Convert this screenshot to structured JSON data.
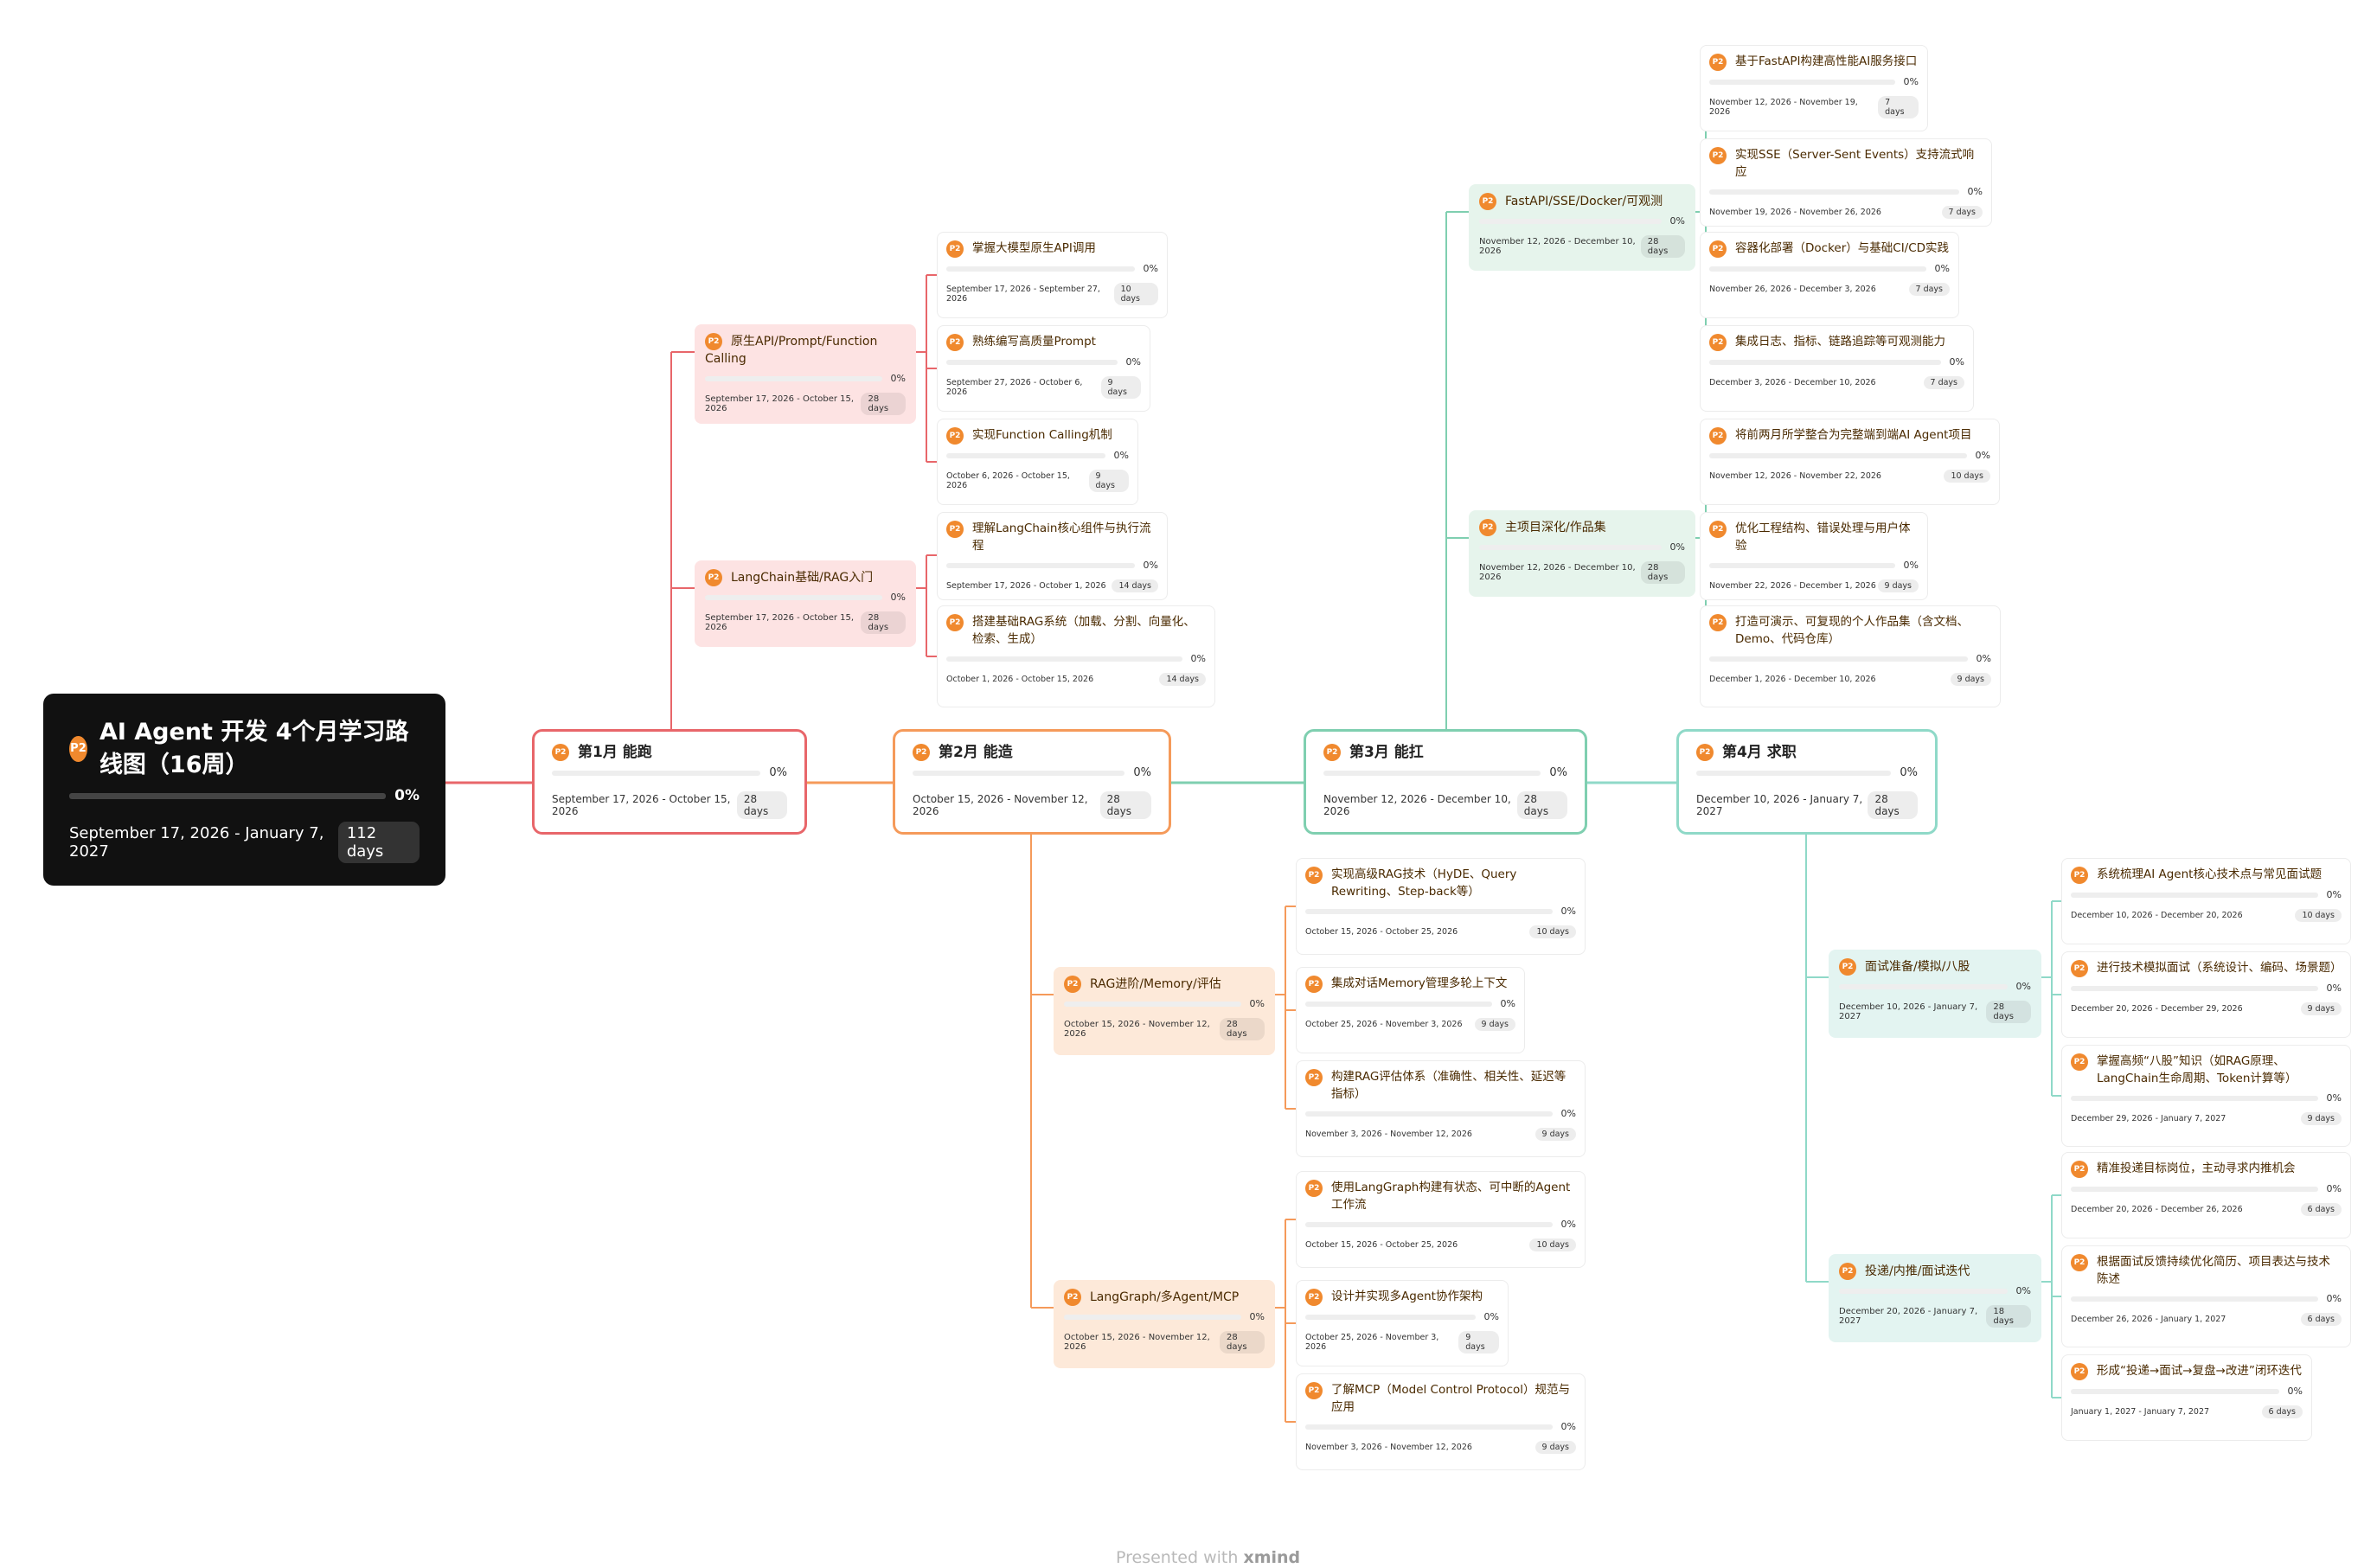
{
  "root": {
    "title": "AI Agent 开发 4个月学习路线图（16周）",
    "priority": "P2",
    "progress": "0%",
    "dates": "September 17, 2026 - January 7, 2027",
    "days": "112 days"
  },
  "months": [
    {
      "title": "第1月 能跑",
      "priority": "P2",
      "progress": "0%",
      "dates": "September 17, 2026 - October 15, 2026",
      "days": "28 days",
      "color": "#e8666a",
      "subs": [
        {
          "title": "原生API/Prompt/Function Calling",
          "priority": "P2",
          "progress": "0%",
          "dates": "September 17, 2026 - October 15, 2026",
          "days": "28 days",
          "leaves": [
            {
              "title": "掌握大模型原生API调用",
              "priority": "P2",
              "progress": "0%",
              "dates": "September 17, 2026 - September 27, 2026",
              "days": "10 days"
            },
            {
              "title": "熟练编写高质量Prompt",
              "priority": "P2",
              "progress": "0%",
              "dates": "September 27, 2026 - October 6, 2026",
              "days": "9 days"
            },
            {
              "title": "实现Function Calling机制",
              "priority": "P2",
              "progress": "0%",
              "dates": "October 6, 2026 - October 15, 2026",
              "days": "9 days"
            }
          ]
        },
        {
          "title": "LangChain基础/RAG入门",
          "priority": "P2",
          "progress": "0%",
          "dates": "September 17, 2026 - October 15, 2026",
          "days": "28 days",
          "leaves": [
            {
              "title": "理解LangChain核心组件与执行流程",
              "priority": "P2",
              "progress": "0%",
              "dates": "September 17, 2026 - October 1, 2026",
              "days": "14 days"
            },
            {
              "title": "搭建基础RAG系统（加载、分割、向量化、检索、生成）",
              "priority": "P2",
              "progress": "0%",
              "dates": "October 1, 2026 - October 15, 2026",
              "days": "14 days"
            }
          ]
        }
      ]
    },
    {
      "title": "第2月 能造",
      "priority": "P2",
      "progress": "0%",
      "dates": "October 15, 2026 - November 12, 2026",
      "days": "28 days",
      "color": "#f59a5a",
      "subs": [
        {
          "title": "RAG进阶/Memory/评估",
          "priority": "P2",
          "progress": "0%",
          "dates": "October 15, 2026 - November 12, 2026",
          "days": "28 days",
          "leaves": [
            {
              "title": "实现高级RAG技术（HyDE、Query Rewriting、Step-back等）",
              "priority": "P2",
              "progress": "0%",
              "dates": "October 15, 2026 - October 25, 2026",
              "days": "10 days"
            },
            {
              "title": "集成对话Memory管理多轮上下文",
              "priority": "P2",
              "progress": "0%",
              "dates": "October 25, 2026 - November 3, 2026",
              "days": "9 days"
            },
            {
              "title": "构建RAG评估体系（准确性、相关性、延迟等指标）",
              "priority": "P2",
              "progress": "0%",
              "dates": "November 3, 2026 - November 12, 2026",
              "days": "9 days"
            }
          ]
        },
        {
          "title": "LangGraph/多Agent/MCP",
          "priority": "P2",
          "progress": "0%",
          "dates": "October 15, 2026 - November 12, 2026",
          "days": "28 days",
          "leaves": [
            {
              "title": "使用LangGraph构建有状态、可中断的Agent工作流",
              "priority": "P2",
              "progress": "0%",
              "dates": "October 15, 2026 - October 25, 2026",
              "days": "10 days"
            },
            {
              "title": "设计并实现多Agent协作架构",
              "priority": "P2",
              "progress": "0%",
              "dates": "October 25, 2026 - November 3, 2026",
              "days": "9 days"
            },
            {
              "title": "了解MCP（Model Control Protocol）规范与应用",
              "priority": "P2",
              "progress": "0%",
              "dates": "November 3, 2026 - November 12, 2026",
              "days": "9 days"
            }
          ]
        }
      ]
    },
    {
      "title": "第3月 能扛",
      "priority": "P2",
      "progress": "0%",
      "dates": "November 12, 2026 - December 10, 2026",
      "days": "28 days",
      "color": "#7fcfb0",
      "subs": [
        {
          "title": "FastAPI/SSE/Docker/可观测",
          "priority": "P2",
          "progress": "0%",
          "dates": "November 12, 2026 - December 10, 2026",
          "days": "28 days",
          "leaves": [
            {
              "title": "基于FastAPI构建高性能AI服务接口",
              "priority": "P2",
              "progress": "0%",
              "dates": "November 12, 2026 - November 19, 2026",
              "days": "7 days"
            },
            {
              "title": "实现SSE（Server-Sent Events）支持流式响应",
              "priority": "P2",
              "progress": "0%",
              "dates": "November 19, 2026 - November 26, 2026",
              "days": "7 days"
            },
            {
              "title": "容器化部署（Docker）与基础CI/CD实践",
              "priority": "P2",
              "progress": "0%",
              "dates": "November 26, 2026 - December 3, 2026",
              "days": "7 days"
            },
            {
              "title": "集成日志、指标、链路追踪等可观测能力",
              "priority": "P2",
              "progress": "0%",
              "dates": "December 3, 2026 - December 10, 2026",
              "days": "7 days"
            }
          ]
        },
        {
          "title": "主项目深化/作品集",
          "priority": "P2",
          "progress": "0%",
          "dates": "November 12, 2026 - December 10, 2026",
          "days": "28 days",
          "leaves": [
            {
              "title": "将前两月所学整合为完整端到端AI Agent项目",
              "priority": "P2",
              "progress": "0%",
              "dates": "November 12, 2026 - November 22, 2026",
              "days": "10 days"
            },
            {
              "title": "优化工程结构、错误处理与用户体验",
              "priority": "P2",
              "progress": "0%",
              "dates": "November 22, 2026 - December 1, 2026",
              "days": "9 days"
            },
            {
              "title": "打造可演示、可复现的个人作品集（含文档、Demo、代码仓库）",
              "priority": "P2",
              "progress": "0%",
              "dates": "December 1, 2026 - December 10, 2026",
              "days": "9 days"
            }
          ]
        }
      ]
    },
    {
      "title": "第4月 求职",
      "priority": "P2",
      "progress": "0%",
      "dates": "December 10, 2026 - January 7, 2027",
      "days": "28 days",
      "color": "#8fd9c8",
      "subs": [
        {
          "title": "面试准备/模拟/八股",
          "priority": "P2",
          "progress": "0%",
          "dates": "December 10, 2026 - January 7, 2027",
          "days": "28 days",
          "leaves": [
            {
              "title": "系统梳理AI Agent核心技术点与常见面试题",
              "priority": "P2",
              "progress": "0%",
              "dates": "December 10, 2026 - December 20, 2026",
              "days": "10 days"
            },
            {
              "title": "进行技术模拟面试（系统设计、编码、场景题）",
              "priority": "P2",
              "progress": "0%",
              "dates": "December 20, 2026 - December 29, 2026",
              "days": "9 days"
            },
            {
              "title": "掌握高频“八股”知识（如RAG原理、LangChain生命周期、Token计算等）",
              "priority": "P2",
              "progress": "0%",
              "dates": "December 29, 2026 - January 7, 2027",
              "days": "9 days"
            }
          ]
        },
        {
          "title": "投递/内推/面试迭代",
          "priority": "P2",
          "progress": "0%",
          "dates": "December 20, 2026 - January 7, 2027",
          "days": "18 days",
          "leaves": [
            {
              "title": "精准投递目标岗位，主动寻求内推机会",
              "priority": "P2",
              "progress": "0%",
              "dates": "December 20, 2026 - December 26, 2026",
              "days": "6 days"
            },
            {
              "title": "根据面试反馈持续优化简历、项目表达与技术陈述",
              "priority": "P2",
              "progress": "0%",
              "dates": "December 26, 2026 - January 1, 2027",
              "days": "6 days"
            },
            {
              "title": "形成“投递→面试→复盘→改进”闭环迭代",
              "priority": "P2",
              "progress": "0%",
              "dates": "January 1, 2027 - January 7, 2027",
              "days": "6 days"
            }
          ]
        }
      ]
    }
  ],
  "footer": {
    "presented": "Presented with",
    "brand": "xmind"
  }
}
